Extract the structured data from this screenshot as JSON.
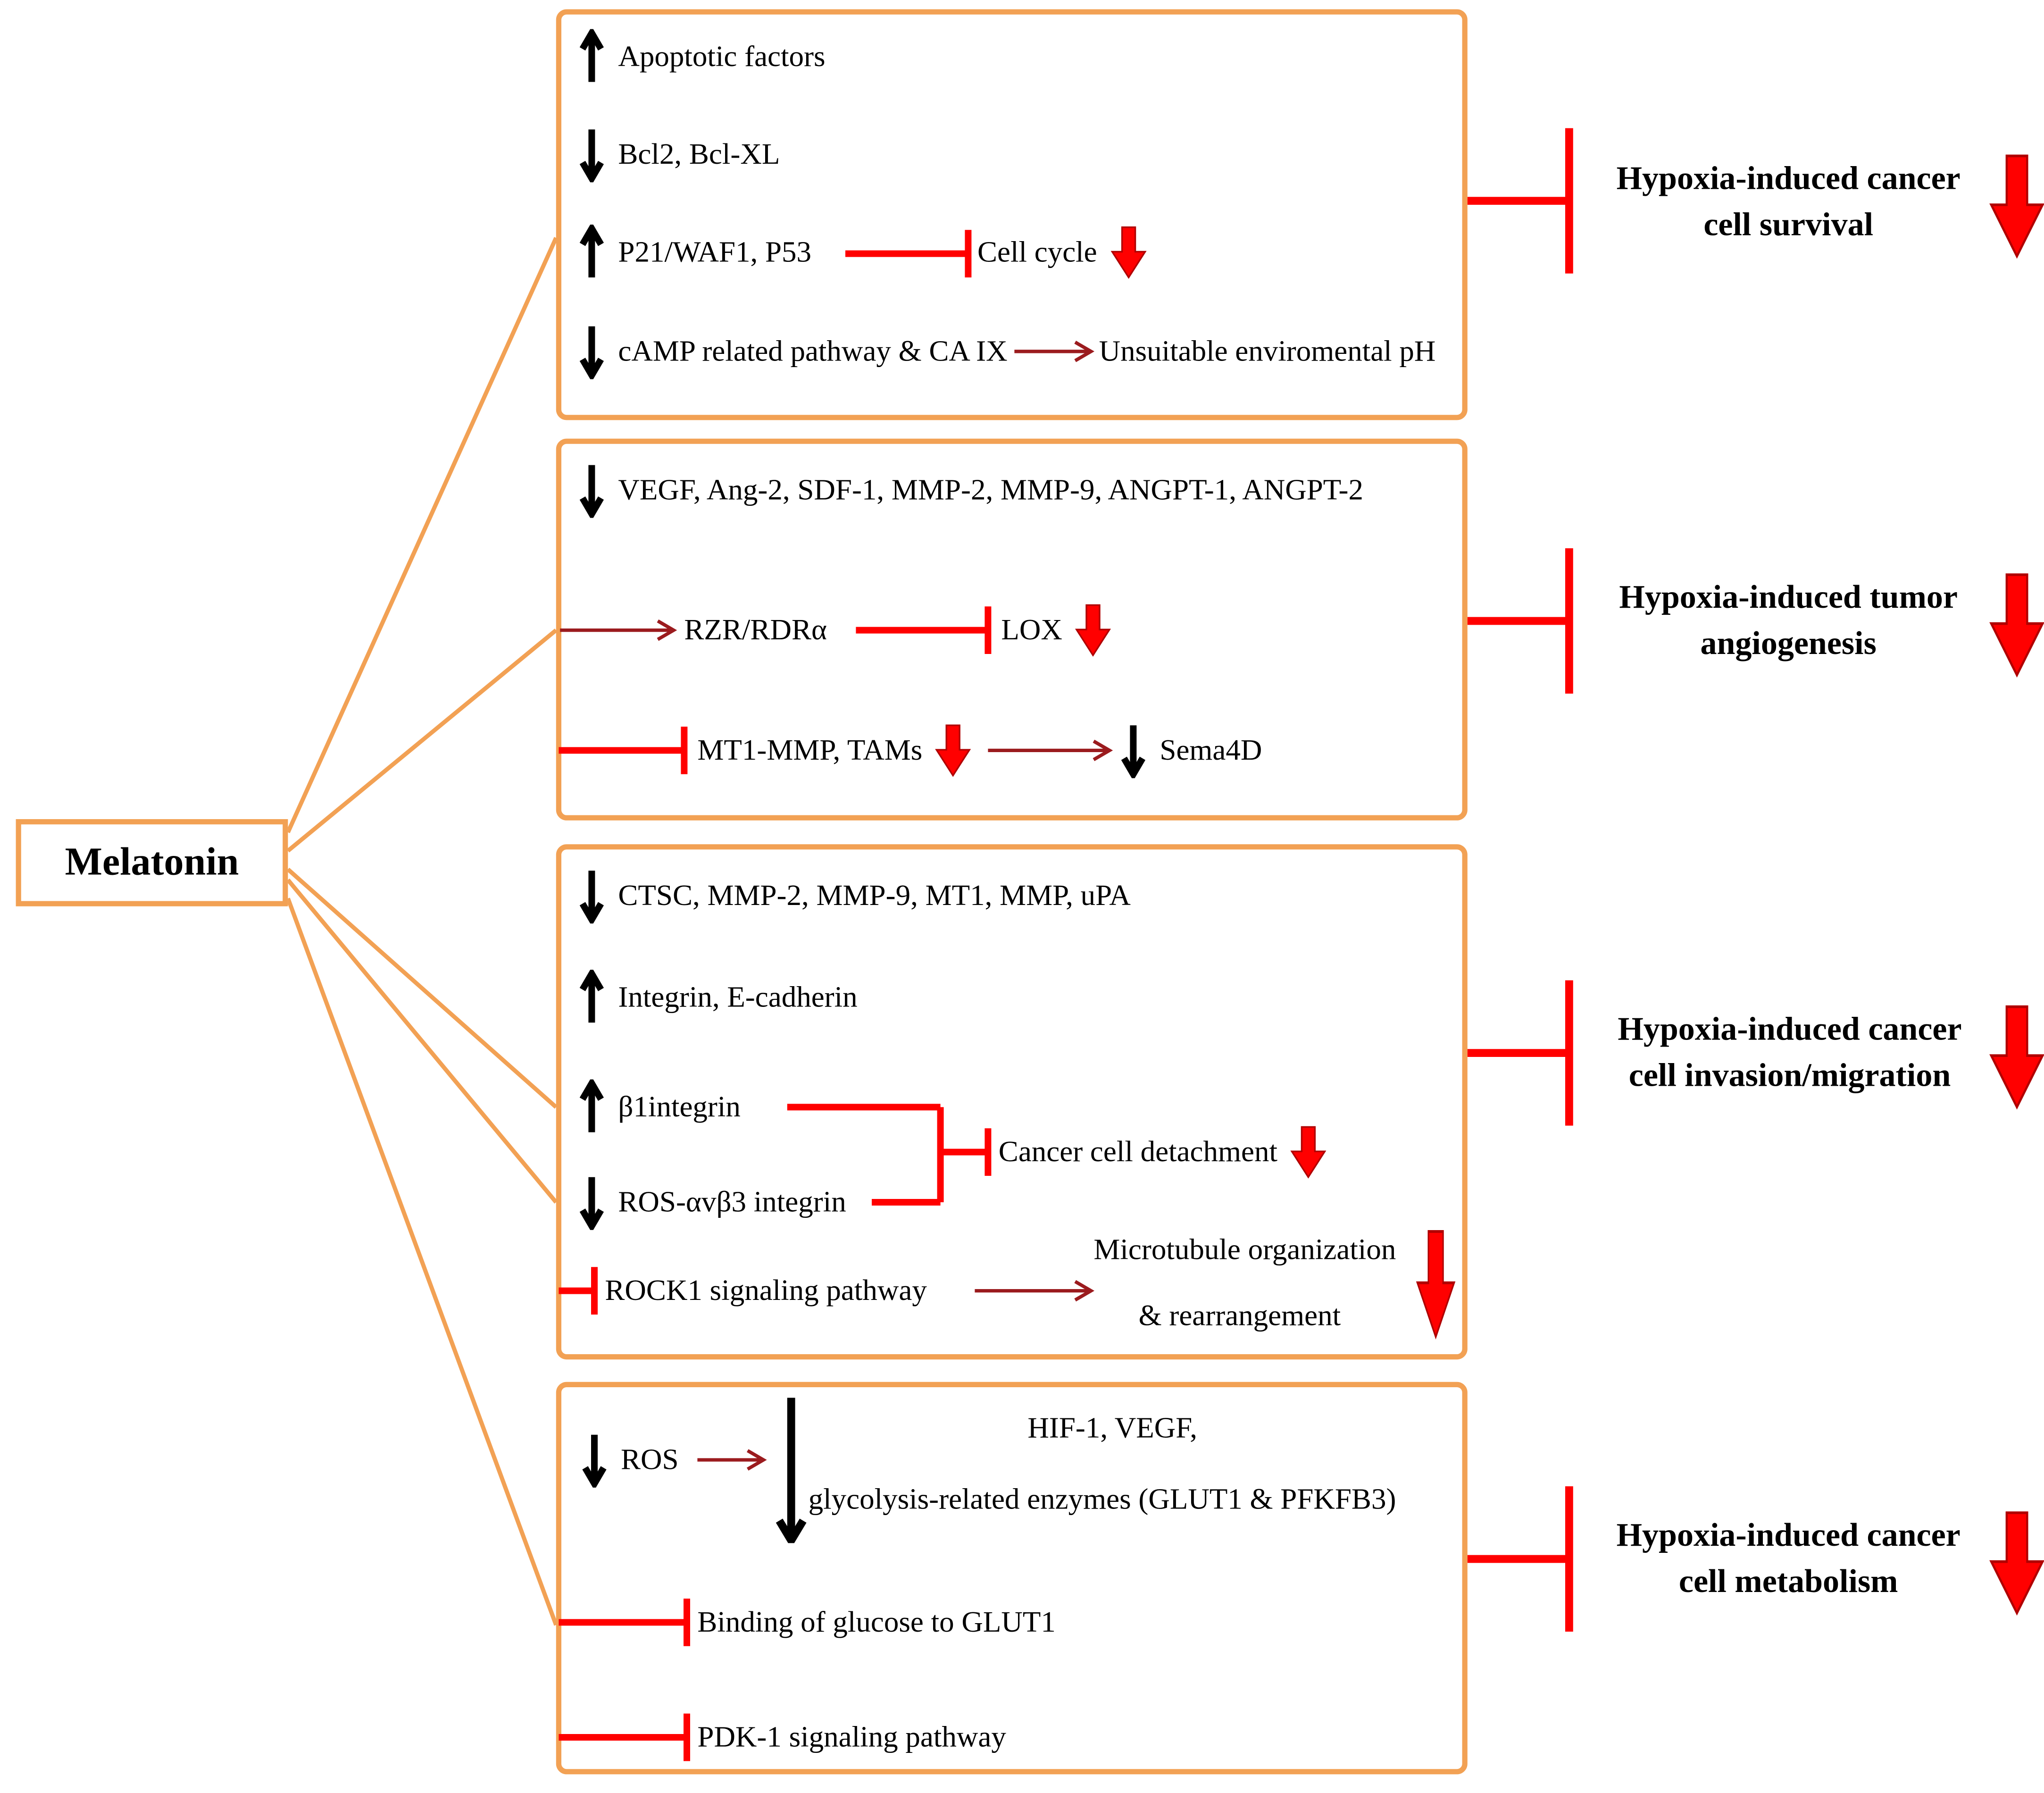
{
  "melatonin_label": "Melatonin",
  "colors": {
    "box_border": "#F2A154",
    "inhibition_red": "#FF0000",
    "thin_arrow_red": "#9B1B1E",
    "text_black": "#000000"
  },
  "survival": {
    "r1": "Apoptotic factors",
    "r2": "Bcl2, Bcl-XL",
    "r3a": "P21/WAF1, P53",
    "r3b": "Cell cycle",
    "r4a": "cAMP related pathway & CA IX",
    "r4b": "Unsuitable enviromental pH",
    "out1": "Hypoxia-induced cancer",
    "out2": "cell survival"
  },
  "angiogenesis": {
    "r1": "VEGF, Ang-2, SDF-1, MMP-2, MMP-9, ANGPT-1, ANGPT-2",
    "r2a": "RZR/RDRα",
    "r2b": "LOX",
    "r3a": "MT1-MMP, TAMs",
    "r3b": "Sema4D",
    "out1": "Hypoxia-induced tumor",
    "out2": "angiogenesis"
  },
  "invasion": {
    "r1": "CTSC, MMP-2, MMP-9, MT1, MMP, uPA",
    "r2": "Integrin, E-cadherin",
    "r3": "β1integrin",
    "r4": "ROS-αvβ3 integrin",
    "r5": "Cancer cell detachment",
    "r6": "ROCK1 signaling pathway",
    "r7a": "Microtubule organization",
    "r7b": "& rearrangement",
    "out1": "Hypoxia-induced cancer",
    "out2": "cell invasion/migration"
  },
  "metabolism": {
    "r1": "ROS",
    "r2a": "HIF-1, VEGF,",
    "r2b": "glycolysis-related enzymes (GLUT1 & PFKFB3)",
    "r3": "Binding of glucose to GLUT1",
    "r4": "PDK-1 signaling pathway",
    "out1": "Hypoxia-induced cancer",
    "out2": "cell metabolism"
  }
}
